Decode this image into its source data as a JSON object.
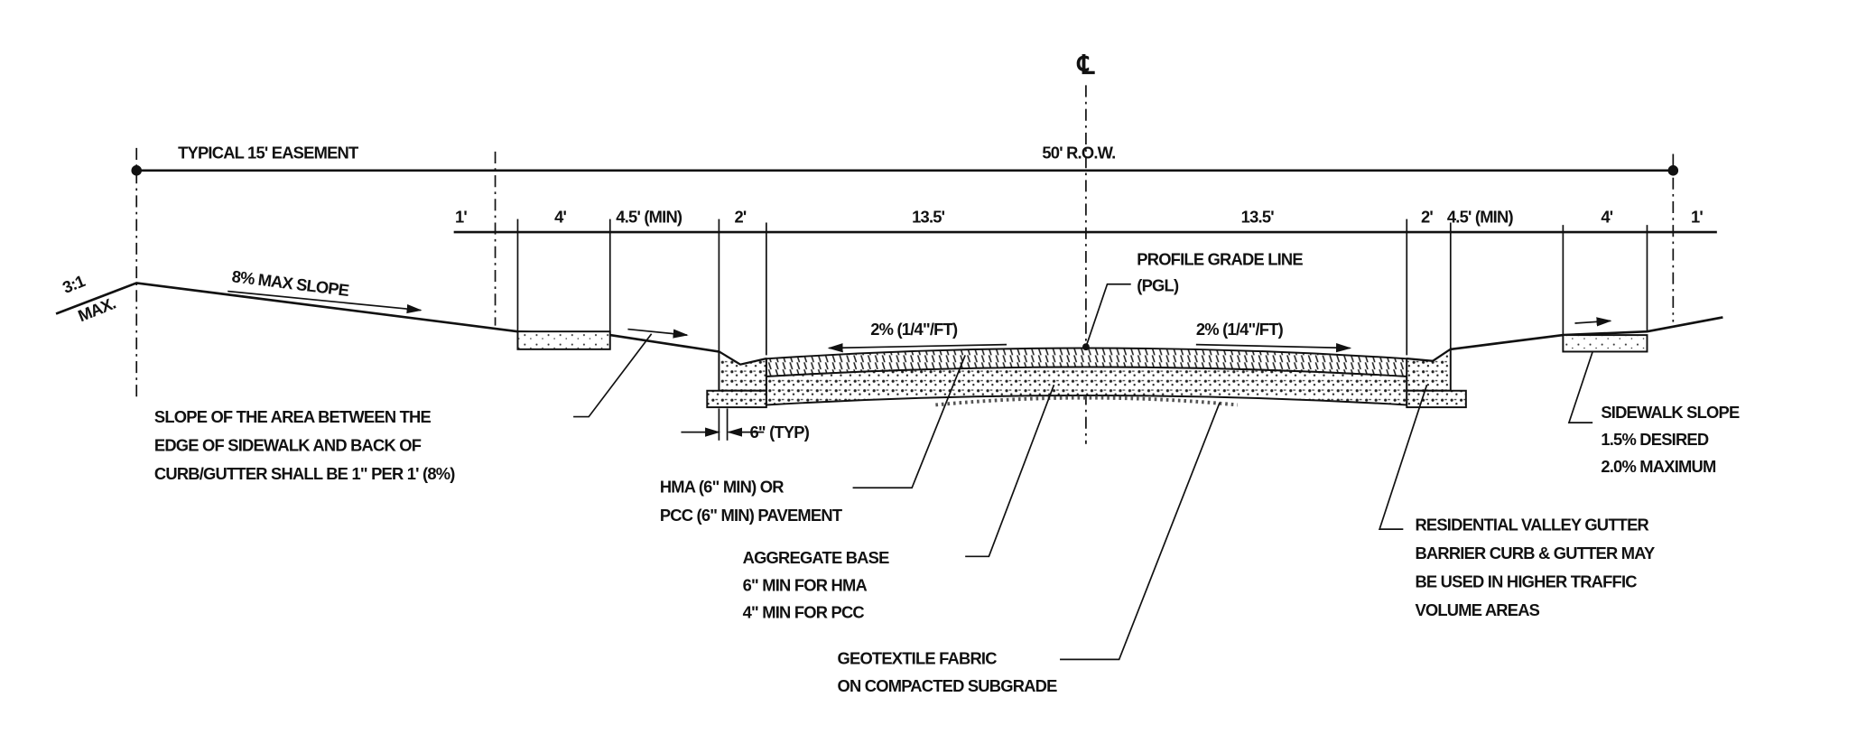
{
  "title": "Typical Residential Street Cross Section",
  "centerline_symbol": "℄",
  "dimensions": {
    "easement": "TYPICAL 15' EASEMENT",
    "row": "50' R.O.W.",
    "segments": [
      "1'",
      "4'",
      "4.5' (MIN)",
      "2'",
      "13.5'",
      "13.5'",
      "2'",
      "4.5' (MIN)",
      "4'",
      "1'"
    ],
    "curb_width": "6\" (TYP)"
  },
  "slopes": {
    "side_slope": [
      "3:1",
      "MAX."
    ],
    "max_slope": "8% MAX SLOPE",
    "left_cross_slope": "2% (1/4\"/FT)",
    "right_cross_slope": "2% (1/4\"/FT)"
  },
  "callouts": {
    "pgl": [
      "PROFILE GRADE LINE",
      "(PGL)"
    ],
    "area_slope": [
      "SLOPE OF THE AREA BETWEEN THE",
      "EDGE OF SIDEWALK AND BACK OF",
      "CURB/GUTTER SHALL BE 1\" PER 1' (8%)"
    ],
    "pavement": [
      "HMA (6\" MIN) OR",
      "PCC (6\" MIN) PAVEMENT"
    ],
    "aggregate": [
      "AGGREGATE BASE",
      "6\" MIN FOR HMA",
      "4\" MIN FOR PCC"
    ],
    "geotextile": [
      "GEOTEXTILE FABRIC",
      "ON COMPACTED SUBGRADE"
    ],
    "sidewalk": [
      "SIDEWALK SLOPE",
      "1.5% DESIRED",
      "2.0% MAXIMUM"
    ],
    "gutter": [
      "RESIDENTIAL VALLEY GUTTER",
      "BARRIER CURB & GUTTER MAY",
      "BE USED IN HIGHER TRAFFIC",
      "VOLUME AREAS"
    ]
  }
}
